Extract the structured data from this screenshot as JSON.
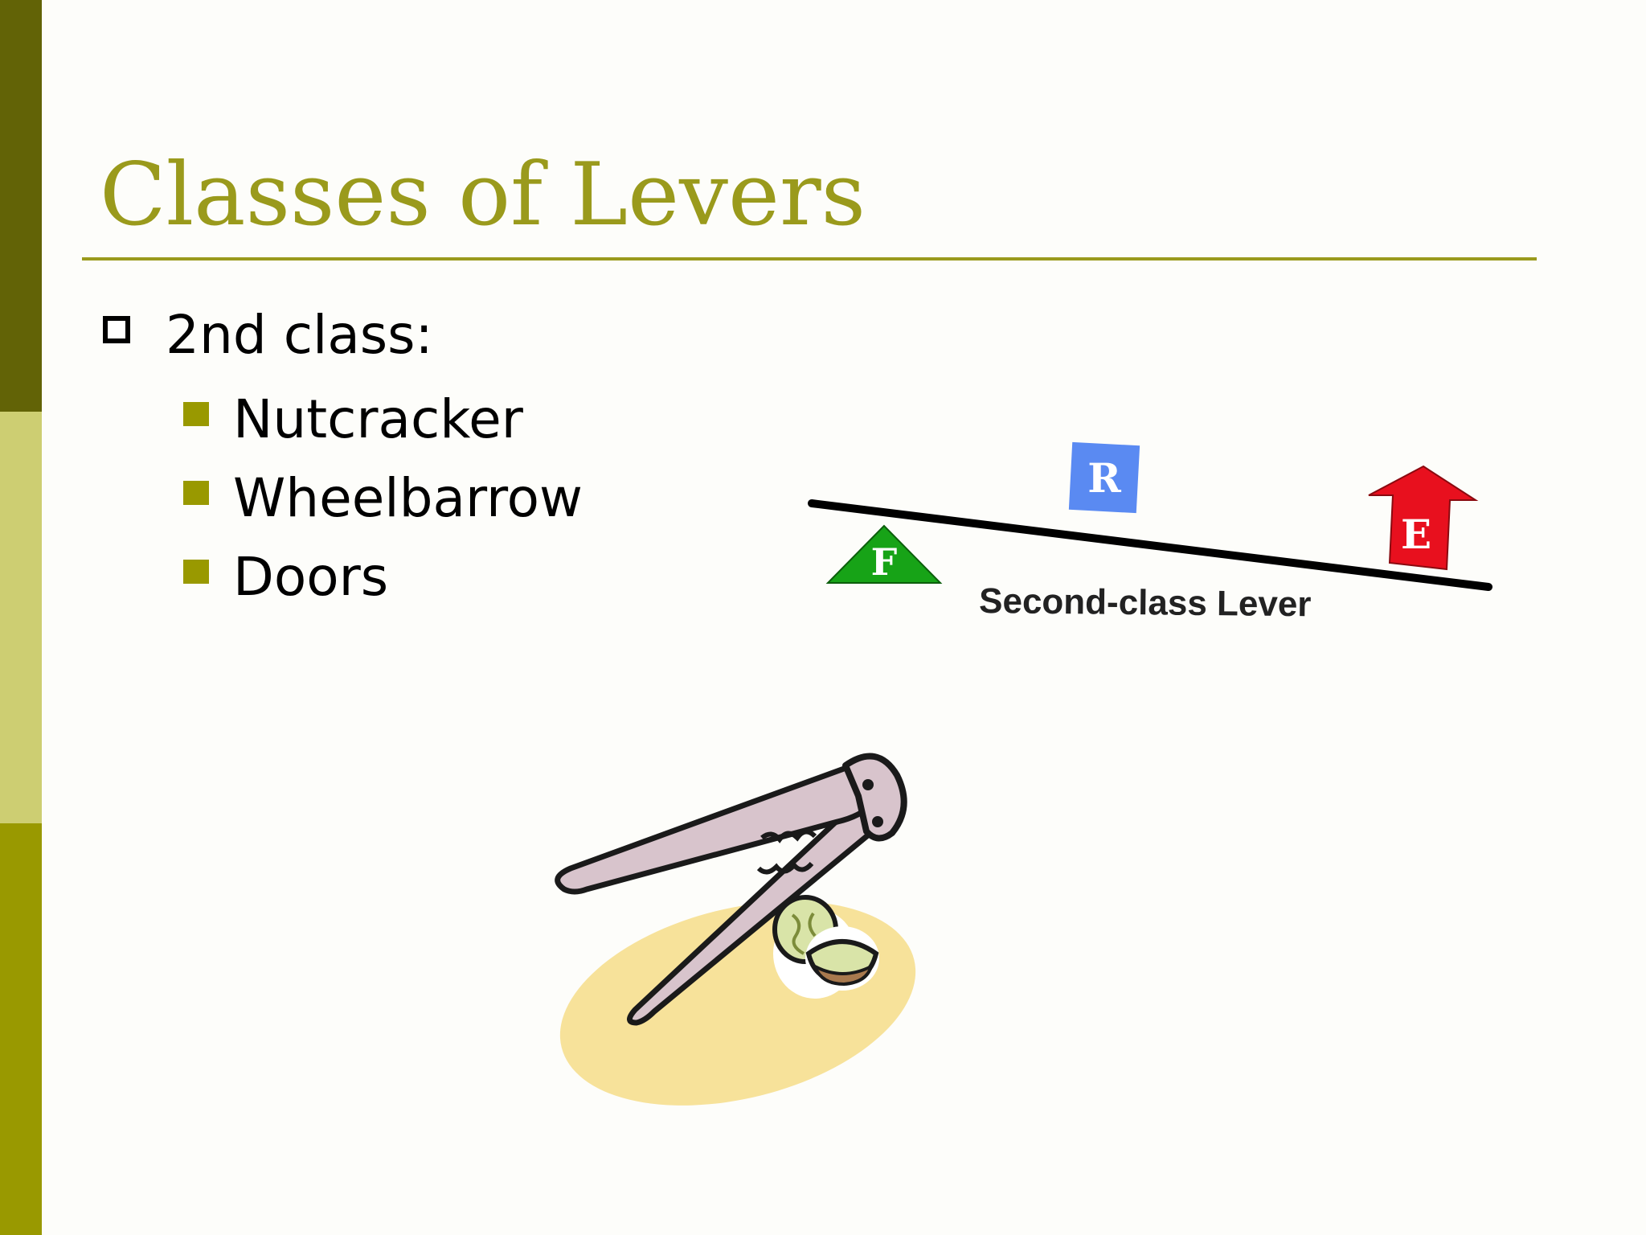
{
  "slide": {
    "title": "Classes of Levers",
    "bullet": {
      "label": "2nd class:",
      "sub_items": [
        "Nutcracker",
        "Wheelbarrow",
        "Doors"
      ]
    }
  },
  "lever_diagram": {
    "caption": "Second-class Lever",
    "fulcrum_letter": "F",
    "resistance_letter": "R",
    "effort_letter": "E",
    "colors": {
      "fulcrum": "#17a317",
      "resistance": "#5a8af2",
      "effort": "#e8101e",
      "beam": "#000000"
    }
  },
  "theme": {
    "accent": "#9a9a1c",
    "bar_dark": "#626306",
    "bar_light": "#cdce72",
    "bar_mid": "#999900"
  },
  "clipart": {
    "icon": "nutcracker-icon"
  }
}
